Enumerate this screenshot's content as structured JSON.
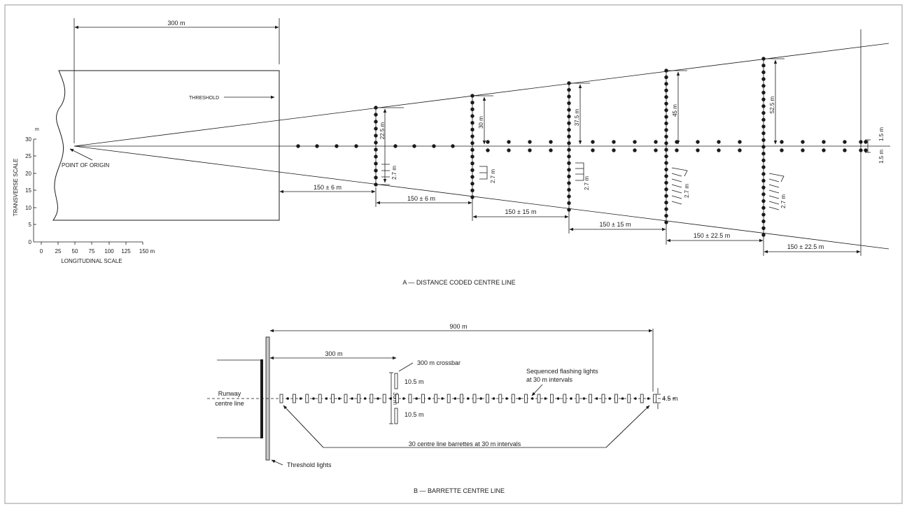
{
  "diagram_a": {
    "caption": "A — DISTANCE CODED CENTRE LINE",
    "top_dimension": "300 m",
    "threshold_label": "THRESHOLD",
    "origin_label": "POINT OF ORIGIN",
    "transverse_scale": {
      "title": "TRANSVERSE SCALE",
      "unit": "m",
      "ticks": [
        "30",
        "25",
        "20",
        "15",
        "10",
        "5",
        "0"
      ]
    },
    "longitudinal_scale": {
      "title": "LONGITUDINAL SCALE",
      "ticks": [
        "0",
        "25",
        "50",
        "75",
        "100",
        "125",
        "150 m"
      ]
    },
    "crossbars": [
      {
        "width_label": "22.5 m",
        "spacing_label": "2.7 m",
        "distance_label": "150 ± 6 m"
      },
      {
        "width_label": "30 m",
        "spacing_label": "2.7 m",
        "distance_label": "150 ± 6 m"
      },
      {
        "width_label": "37.5 m",
        "spacing_label": "2.7 m",
        "distance_label": "150 ± 15 m"
      },
      {
        "width_label": "45 m",
        "spacing_label": "2.7 m",
        "distance_label": "150 ± 15 m"
      },
      {
        "width_label": "52.5 m",
        "spacing_label": "2.7 m",
        "distance_label": "150 ± 22.5 m"
      }
    ],
    "end_distance_label": "150 ± 22.5 m",
    "lateral_offset_top": "1.5 m",
    "lateral_offset_bottom": "1.5 m"
  },
  "diagram_b": {
    "caption": "B — BARRETTE CENTRE LINE",
    "total_length": "900 m",
    "crossbar_distance": "300 m",
    "crossbar_label": "300 m crossbar",
    "crossbar_upper": "10.5 m",
    "crossbar_lower": "10.5 m",
    "crossbar_width": "30 m",
    "flashing_label_line1": "Sequenced flashing lights",
    "flashing_label_line2": "at 30 m intervals",
    "barrette_width": "4.5 m",
    "runway_label_line1": "Runway",
    "runway_label_line2": "centre line",
    "barrettes_label": "30 centre line barrettes at 30 m intervals",
    "threshold_lights_label": "Threshold lights"
  }
}
